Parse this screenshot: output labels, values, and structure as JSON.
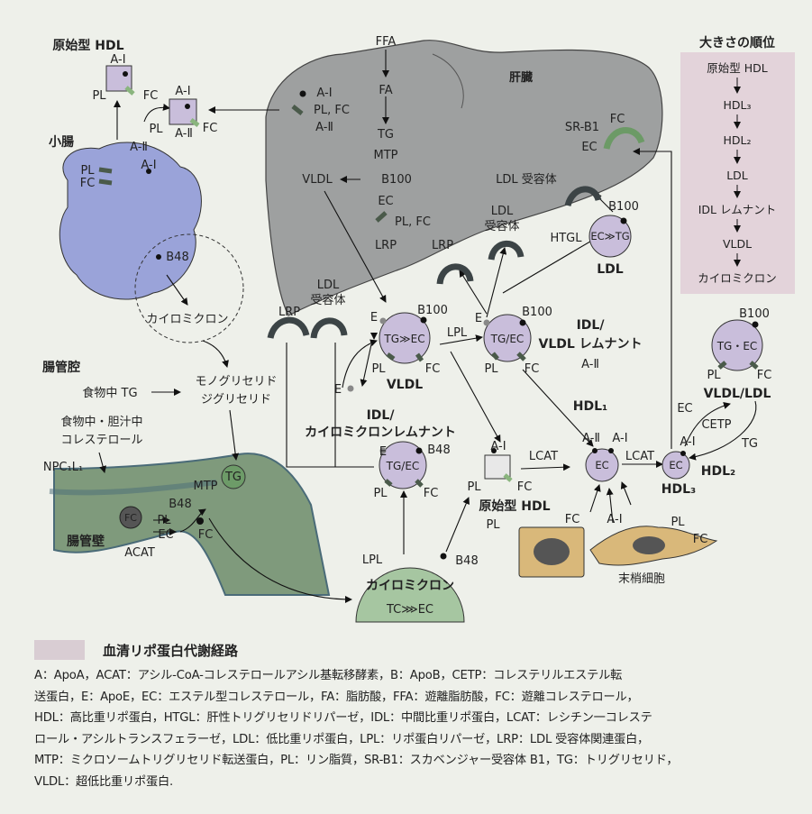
{
  "lbl": {
    "ffa": "FFA",
    "fa": "FA",
    "tg": "TG",
    "mtp": "MTP",
    "vldl": "VLDL",
    "b100": "B100",
    "ec": "EC",
    "pl_fc": "PL, FC",
    "lrp": "LRP",
    "ldl_rec": "LDL 受容体",
    "ldl_rec_a": "LDL",
    "ldl_rec_b": "受容体",
    "liver": "肝臓",
    "srb1": "SR-B1",
    "fc": "FC",
    "a1": "A-Ⅰ",
    "a2": "A-Ⅱ",
    "pl": "PL",
    "htgl": "HTGL",
    "ldl": "LDL",
    "ec_gg_tg": "EC≫TG",
    "prim_hdl": "原始型 HDL",
    "small_int": "小腸",
    "b48": "B48",
    "chylo": "カイロミクロン",
    "gut_lumen": "腸管腔",
    "diet_tg": "食物中 TG",
    "mono": "モノグリセリド",
    "di": "ジグリセリド",
    "diet_chol_a": "食物中・胆汁中",
    "diet_chol_b": "コレステロール",
    "npc": "NPC₁L₁",
    "gut_wall": "腸管壁",
    "acat": "ACAT",
    "e": "E",
    "tg_gt_ec": "TG≫EC",
    "tg_ec": "TG/EC",
    "lpl": "LPL",
    "idl_vldl_a": "IDL/",
    "idl_vldl_b": "VLDL レムナント",
    "idl_chy_a": "IDL/",
    "idl_chy_b": "カイロミクロンレムナント",
    "hdl1": "HDL₁",
    "hdl2": "HDL₂",
    "hdl3": "HDL₃",
    "lcat": "LCAT",
    "cetp": "CETP",
    "vldl_ldl": "VLDL/LDL",
    "tg_ec_dot": "TG・EC",
    "periph": "末梢細胞",
    "tc_ec": "TC⋙EC"
  },
  "size_order": {
    "title": "大きさの順位",
    "items": [
      "原始型 HDL",
      "HDL₃",
      "HDL₂",
      "LDL",
      "IDL レムナント",
      "VLDL",
      "カイロミクロン"
    ]
  },
  "legend": {
    "title": "血清リポ蛋白代謝経路",
    "lines": [
      "A：ApoA，ACAT：アシル-CoA-コレステロールアシル基転移酵素，B：ApoB，CETP：コレステリルエステル転",
      "送蛋白，E：ApoE，EC：エステル型コレステロール，FA：脂肪酸，FFA：遊離脂肪酸，FC：遊離コレステロール，",
      "HDL：高比重リポ蛋白，HTGL：肝性トリグリセリドリパーゼ，IDL：中間比重リポ蛋白，LCAT：レシチン一コレステ",
      "ロール・アシルトランスフェラーゼ，LDL：低比重リポ蛋白，LPL：リポ蛋白リパーゼ，LRP：LDL 受容体関連蛋白，",
      "MTP：ミクロソームトリグリセリド転送蛋白，PL：リン脂質，SR-B1：スカベンジャー受容体 B1，TG：トリグリセリド，",
      "VLDL：超低比重リポ蛋白."
    ]
  },
  "colors": {
    "particle": "#c9bedb",
    "liver": "#9ea0a0",
    "intestine": "#9aa3d9",
    "gut_wall": "#7f9a7c",
    "receptor": "#3c4446",
    "order_panel": "#e3d3da"
  }
}
